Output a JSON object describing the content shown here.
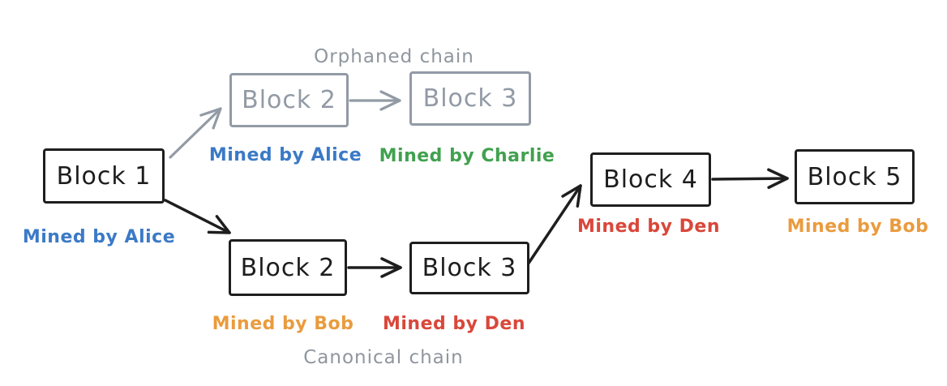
{
  "diagram": {
    "type": "blockchain-fork-diagram",
    "background": "#ffffff",
    "chain_titles": {
      "orphaned": "Orphaned chain",
      "canonical": "Canonical chain"
    },
    "nodes": [
      {
        "id": "block-1",
        "label": "Block 1",
        "chain": "shared",
        "variant": "active",
        "miner": {
          "text": "Mined by Alice",
          "name": "Alice",
          "color": "#3b7ac6"
        }
      },
      {
        "id": "orphaned-block-2",
        "label": "Block 2",
        "chain": "orphaned",
        "variant": "orphaned",
        "miner": {
          "text": "Mined by Alice",
          "name": "Alice",
          "color": "#3b7ac6"
        }
      },
      {
        "id": "orphaned-block-3",
        "label": "Block 3",
        "chain": "orphaned",
        "variant": "orphaned",
        "miner": {
          "text": "Mined by Charlie",
          "name": "Charlie",
          "color": "#41a14f"
        }
      },
      {
        "id": "canonical-block-2",
        "label": "Block 2",
        "chain": "canonical",
        "variant": "active",
        "miner": {
          "text": "Mined by Bob",
          "name": "Bob",
          "color": "#ea9b3e"
        }
      },
      {
        "id": "canonical-block-3",
        "label": "Block 3",
        "chain": "canonical",
        "variant": "active",
        "miner": {
          "text": "Mined by Den",
          "name": "Den",
          "color": "#d9473a"
        }
      },
      {
        "id": "block-4",
        "label": "Block 4",
        "chain": "canonical",
        "variant": "active",
        "miner": {
          "text": "Mined by Den",
          "name": "Den",
          "color": "#d9473a"
        }
      },
      {
        "id": "block-5",
        "label": "Block 5",
        "chain": "canonical",
        "variant": "active",
        "miner": {
          "text": "Mined by Bob",
          "name": "Bob",
          "color": "#ea9b3e"
        }
      }
    ],
    "edges": [
      {
        "from": "block-1",
        "to": "orphaned-block-2",
        "variant": "orphaned"
      },
      {
        "from": "orphaned-block-2",
        "to": "orphaned-block-3",
        "variant": "orphaned"
      },
      {
        "from": "block-1",
        "to": "canonical-block-2",
        "variant": "active"
      },
      {
        "from": "canonical-block-2",
        "to": "canonical-block-3",
        "variant": "active"
      },
      {
        "from": "canonical-block-3",
        "to": "block-4",
        "variant": "active"
      },
      {
        "from": "block-4",
        "to": "block-5",
        "variant": "active"
      }
    ],
    "colors": {
      "active_stroke": "#1e1e1e",
      "orphaned_stroke": "#929aa5",
      "chain_title_gray": "#8f969e",
      "miner_blue": "#3b7ac6",
      "miner_green": "#41a14f",
      "miner_orange": "#ea9b3e",
      "miner_red": "#d9473a"
    }
  }
}
